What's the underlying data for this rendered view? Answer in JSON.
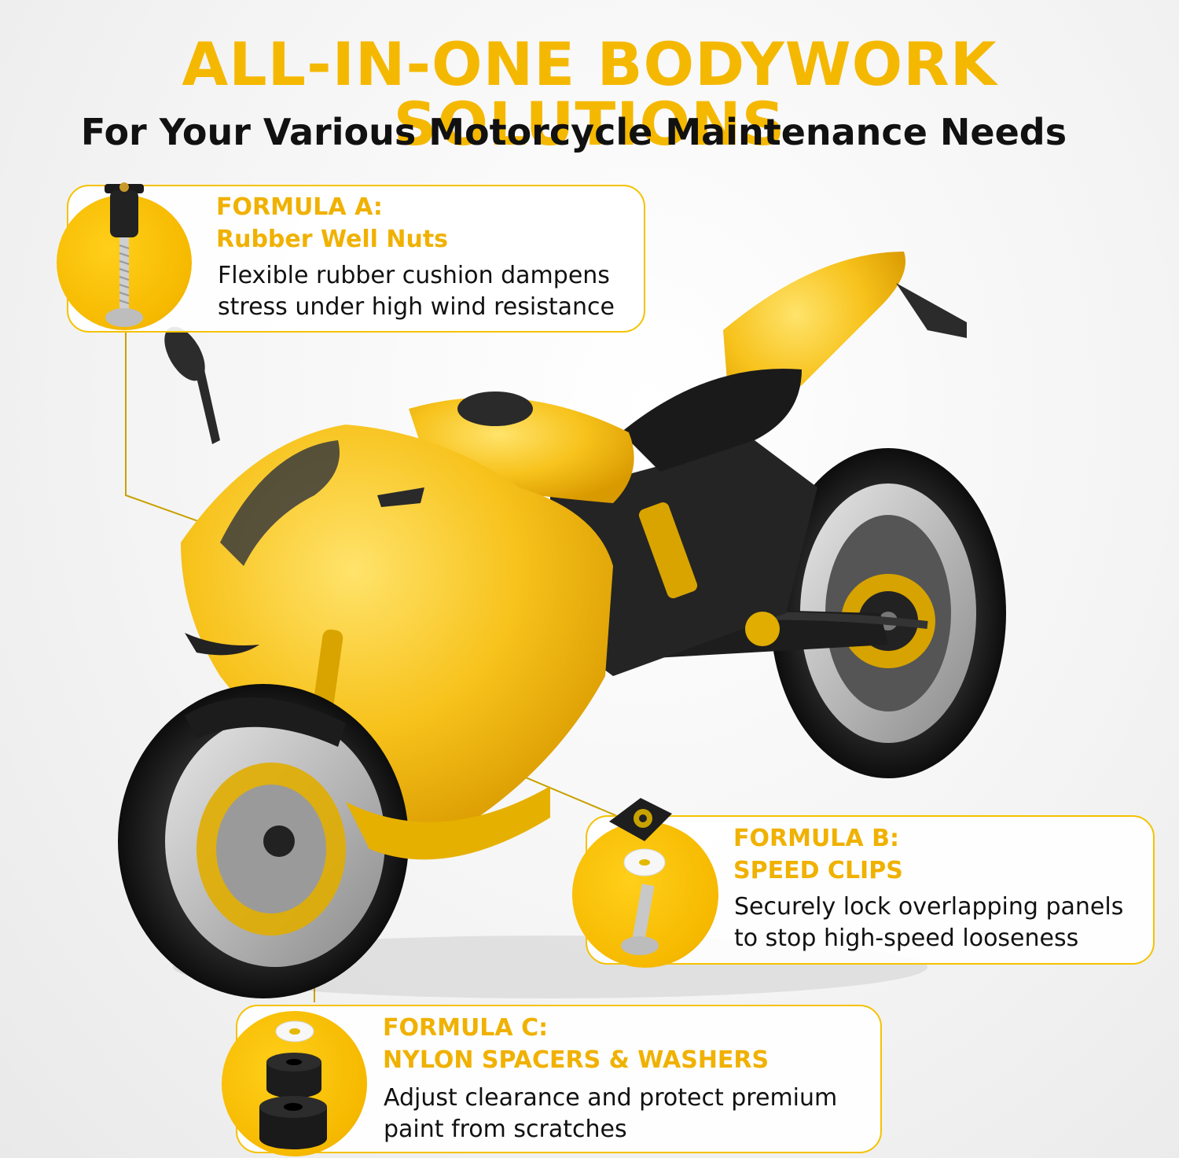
{
  "headline": "ALL-IN-ONE BODYWORK SOLUTIONS",
  "subheadline": "For Your Various Motorcycle Maintenance Needs",
  "colors": {
    "accent": "#f5b800",
    "bike_body": "#f7c21b",
    "text_dark": "#111111"
  },
  "formulas": [
    {
      "label": "FORMULA A:",
      "name": "Rubber Well Nuts",
      "desc_line1": "Flexible rubber cushion dampens",
      "desc_line2": "stress under high wind resistance",
      "icon": "rubber-well-nut-icon"
    },
    {
      "label": "FORMULA B:",
      "name": "SPEED CLIPS",
      "desc_line1": "Securely lock overlapping panels",
      "desc_line2": "to stop high-speed looseness",
      "icon": "speed-clip-icon"
    },
    {
      "label": "FORMULA C:",
      "name": "NYLON SPACERS & WASHERS",
      "desc_line1": "Adjust clearance and protect premium",
      "desc_line2": "paint from scratches",
      "icon": "nylon-spacer-icon"
    }
  ]
}
